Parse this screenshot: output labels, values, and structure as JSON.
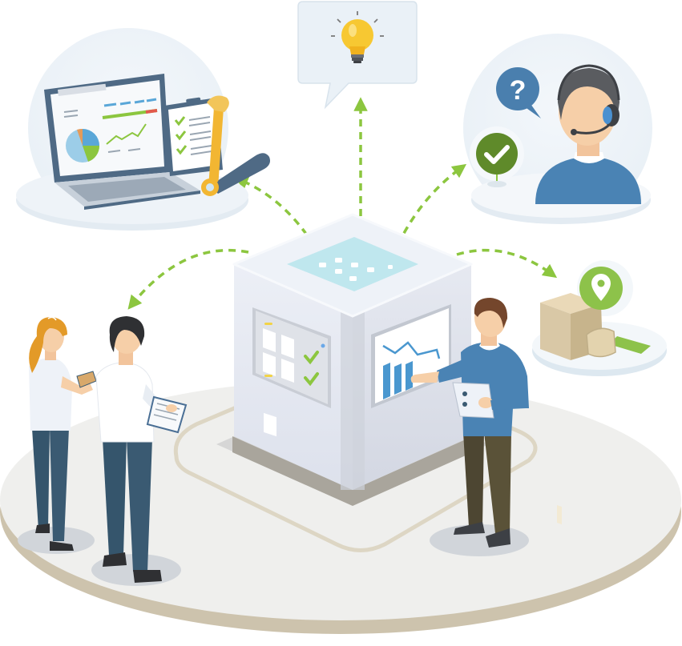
{
  "scene": {
    "title": "Central data hub connected to analytics, ideas, customer support and delivery tracking",
    "caption_visible": false
  },
  "palette": {
    "background": "#ffffff",
    "platform_top": "#efefed",
    "platform_side": "#cdc3ad",
    "platform_path": "#ddd6c4",
    "hub_left": "#e3e6f0",
    "hub_right": "#d4d8e2",
    "hub_top": "#eef2f8",
    "hub_glow": "#bfe7ee",
    "hub_base": "#a9a59c",
    "arrow_green": "#8cc63f",
    "bubble_bg": "#eaf1f7",
    "bulb_yellow": "#f7c832",
    "shirt_blue": "#4a83b4",
    "pants_navy": "#3a5a72",
    "pants_olive": "#4d4632",
    "skin": "#f6cfa8",
    "hair_orange": "#e39a28",
    "hair_dark": "#2f3033",
    "hair_brown": "#74462c",
    "check_green": "#5f8a2a",
    "box_tan": "#d9c8a6",
    "pin_green": "#8dc24a",
    "laptop_frame": "#4f6a85",
    "clipboard_yellow": "#f2b632"
  },
  "vignettes": [
    {
      "id": "analytics",
      "label": "Laptop analytics dashboard with checklist and wrench",
      "position": "top-left"
    },
    {
      "id": "idea",
      "label": "Speech bubble with light bulb",
      "position": "top-center"
    },
    {
      "id": "support",
      "label": "Support agent with headset, question bubble and check badge",
      "position": "top-right"
    },
    {
      "id": "delivery",
      "label": "Package with location pin",
      "position": "right"
    }
  ],
  "hub": {
    "label": "Central data cube",
    "left_panel": "Grid of tiles with two check marks",
    "right_panel": "Bar and line chart"
  },
  "people": [
    {
      "id": "woman",
      "label": "Woman with phone",
      "shirt": "white",
      "pants": "navy"
    },
    {
      "id": "man-clipboard",
      "label": "Man with clipboard",
      "shirt": "white",
      "pants": "navy"
    },
    {
      "id": "presenter",
      "label": "Man pointing at chart holding tablet",
      "shirt": "blue",
      "pants": "olive"
    }
  ],
  "arrows": [
    {
      "id": "to-analytics",
      "direction": "hub-to-top-left"
    },
    {
      "id": "to-idea",
      "direction": "hub-to-top"
    },
    {
      "id": "to-support",
      "direction": "hub-to-top-right"
    },
    {
      "id": "to-delivery",
      "direction": "hub-to-right"
    },
    {
      "id": "to-team",
      "direction": "hub-to-left"
    }
  ]
}
